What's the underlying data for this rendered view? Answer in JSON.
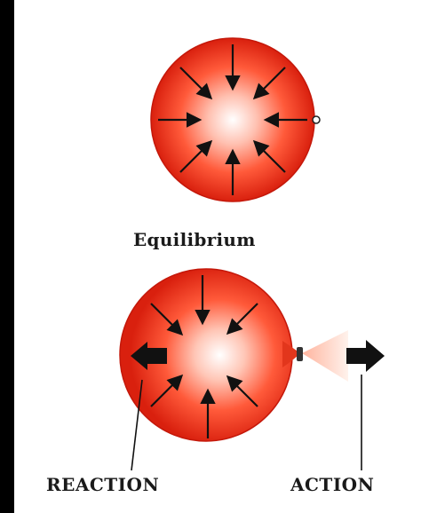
{
  "diagram": {
    "top_caption": "Equilibrium",
    "reaction_label": "REACTION",
    "action_label": "ACTION"
  },
  "colors": {
    "background": "#000000",
    "panel": "#ffffff",
    "balloon_edge": "#d9200e",
    "balloon_mid": "#ff6a4a",
    "balloon_center": "#ffffff",
    "arrow": "#111111",
    "air_jet": "#ffd4c4"
  }
}
